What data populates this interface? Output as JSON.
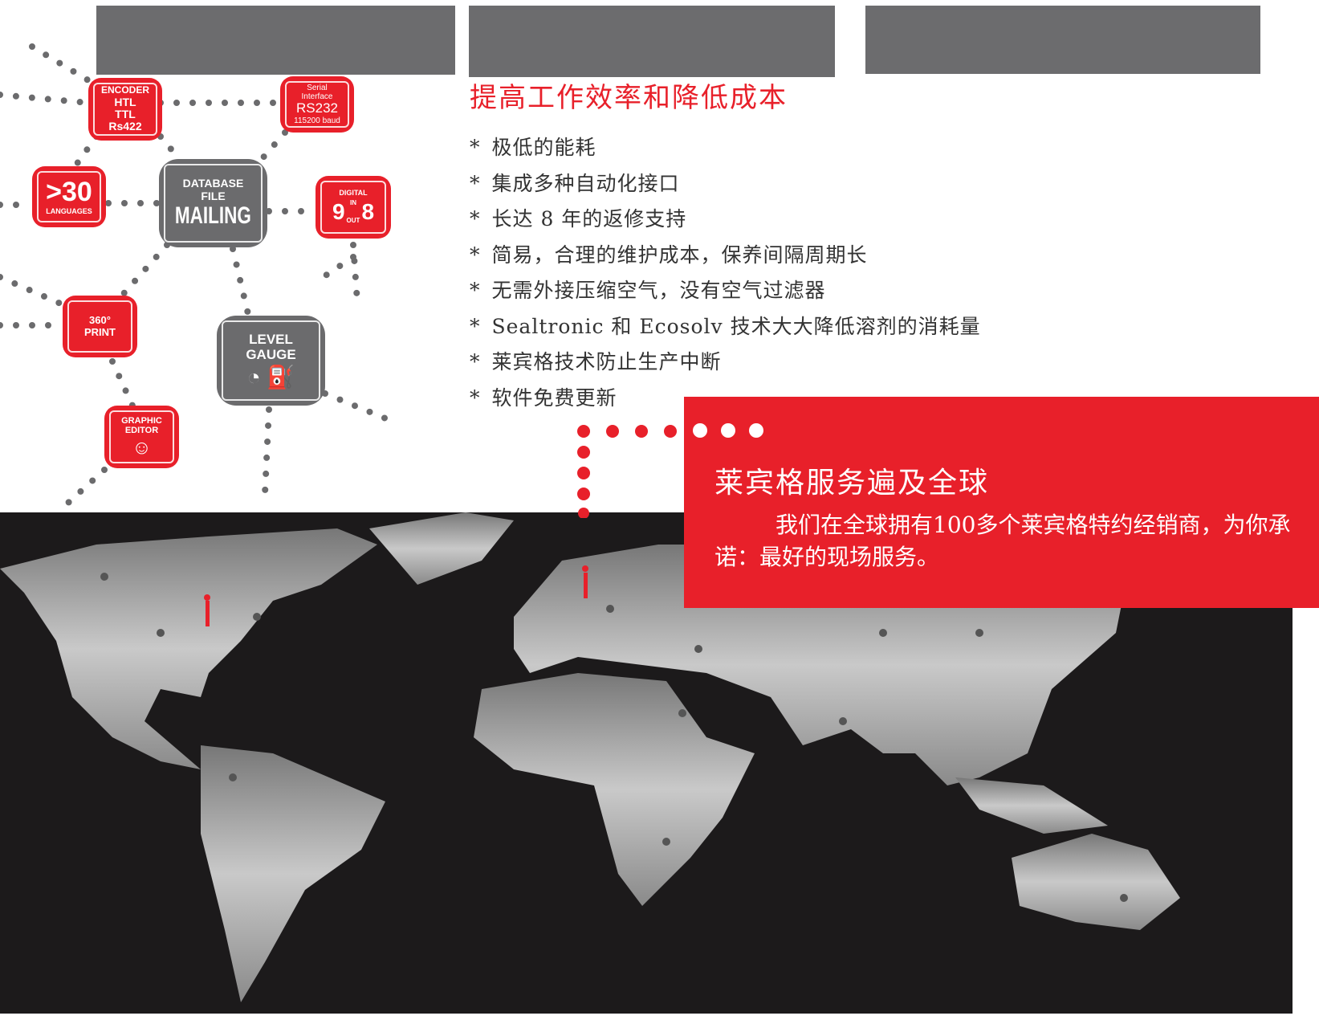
{
  "features_title": "提高工作效率和降低成本",
  "features": [
    "极低的能耗",
    "集成多种自动化接口",
    "长达 8 年的返修支持",
    "简易，合理的维护成本，保养间隔周期长",
    "无需外接压缩空气，没有空气过滤器",
    "Sealtronic 和 Ecosolv 技术大大降低溶剂的消耗量",
    "莱宾格技术防止生产中断",
    "软件免费更新"
  ],
  "bullet_symbol": "*",
  "service": {
    "title": "莱宾格服务遍及全球",
    "body": "我们在全球拥有100多个莱宾格特约经销商，为你承诺：最好的现场服务。"
  },
  "icons": {
    "encoder": [
      "ENCODER",
      "HTL",
      "TTL",
      "Rs422"
    ],
    "serial": [
      "Serial",
      "Interface",
      "RS232",
      "115200 baud"
    ],
    "languages": [
      ">30",
      "LANGUAGES"
    ],
    "mailing": [
      "DATABASE",
      "FILE",
      "MAILING"
    ],
    "digital": [
      "DIGITAL",
      "9",
      "IN",
      "OUT",
      "8"
    ],
    "print360": [
      "360°",
      "PRINT"
    ],
    "level": [
      "LEVEL",
      "GAUGE"
    ],
    "graphic": [
      "GRAPHIC",
      "EDITOR"
    ]
  },
  "colors": {
    "brand_red": "#e8202a",
    "gray": "#6c6c6e"
  }
}
